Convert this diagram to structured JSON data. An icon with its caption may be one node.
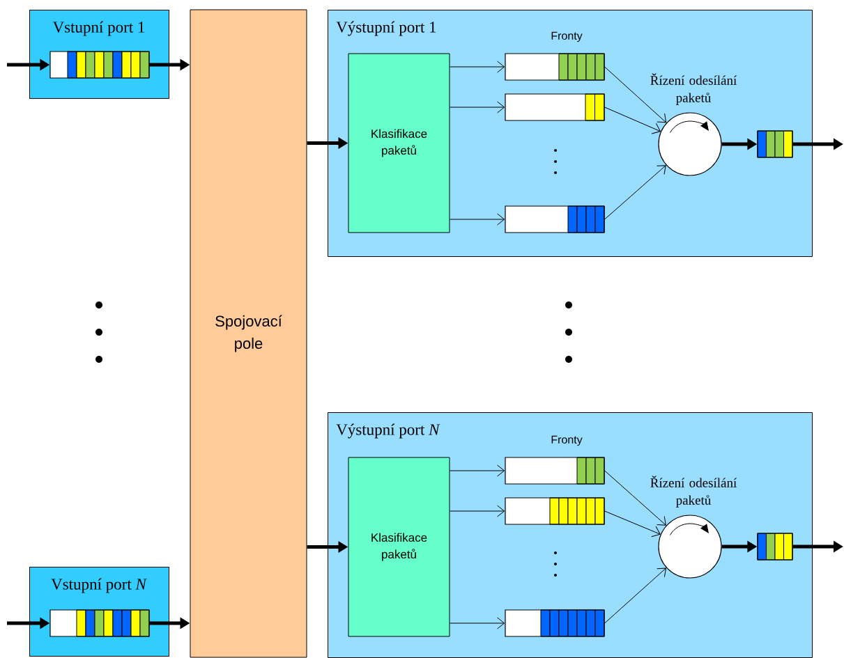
{
  "diagram": {
    "nodes": [
      {
        "text": [
          "Vstupní port 1"
        ]
      },
      {
        "text": [],
        "shape": "bar",
        "in": 0
      },
      {
        "text": [
          "Vstupní port *N*"
        ]
      },
      {
        "text": [],
        "shape": "bar",
        "in": 2
      },
      {
        "text": [
          "Spojovací pole"
        ]
      },
      {
        "text": [
          "Výstupní port 1"
        ]
      },
      {
        "text": [
          "Klasifikace paketů"
        ],
        "in": 5
      },
      {
        "text": [],
        "shape": "bar",
        "in": 5
      },
      {
        "text": [],
        "shape": "bar",
        "in": 5
      },
      {
        "text": [],
        "shape": "bar",
        "in": 5
      },
      {
        "text": [],
        "shape": "circle",
        "in": 5,
        "beside": [
          "Řízení odesílání paketů"
        ]
      },
      {
        "text": [],
        "shape": "bar",
        "in": 5
      },
      {
        "text": [
          "Výstupní port *N*"
        ]
      },
      {
        "text": [
          "Klasifikace paketů"
        ],
        "in": 12
      },
      {
        "text": [],
        "shape": "bar",
        "in": 12
      },
      {
        "text": [],
        "shape": "bar",
        "in": 12
      },
      {
        "text": [],
        "shape": "bar",
        "in": 12
      },
      {
        "text": [],
        "shape": "circle",
        "in": 12,
        "beside": [
          "Řízení odesílání paketů"
        ]
      },
      {
        "text": [],
        "shape": "bar",
        "in": 12
      }
    ],
    "edges": [
      {
        "from": null,
        "to": 1,
        "arrow": "to",
        "style": "thick"
      },
      {
        "from": 1,
        "to": 4,
        "arrow": "to",
        "style": "thick"
      },
      {
        "from": null,
        "to": 3,
        "arrow": "to",
        "style": "thick"
      },
      {
        "from": 3,
        "to": 4,
        "arrow": "to",
        "style": "thick"
      },
      {
        "from": 4,
        "to": 6,
        "arrow": "to",
        "style": "thick"
      },
      {
        "from": 6,
        "to": 7,
        "arrow": "to"
      },
      {
        "from": 6,
        "to": 8,
        "arrow": "to"
      },
      {
        "from": 6,
        "to": 9,
        "arrow": "to"
      },
      {
        "from": 7,
        "to": 10,
        "arrow": "to"
      },
      {
        "from": 8,
        "to": 10,
        "arrow": "to"
      },
      {
        "from": 9,
        "to": 10,
        "arrow": "to"
      },
      {
        "from": 10,
        "to": 11,
        "arrow": "to",
        "style": "thick"
      },
      {
        "from": 11,
        "to": null,
        "arrow": "to",
        "style": "thick"
      },
      {
        "from": 4,
        "to": 13,
        "arrow": "to",
        "style": "thick"
      },
      {
        "from": 13,
        "to": 14,
        "arrow": "to"
      },
      {
        "from": 13,
        "to": 15,
        "arrow": "to"
      },
      {
        "from": 13,
        "to": 16,
        "arrow": "to"
      },
      {
        "from": 14,
        "to": 17,
        "arrow": "to"
      },
      {
        "from": 15,
        "to": 17,
        "arrow": "to"
      },
      {
        "from": 16,
        "to": 17,
        "arrow": "to"
      },
      {
        "from": 17,
        "to": 18,
        "arrow": "to",
        "style": "thick"
      },
      {
        "from": 18,
        "to": null,
        "arrow": "to",
        "style": "thick"
      }
    ],
    "labels": [
      "Fronty",
      "Fronty"
    ]
  }
}
